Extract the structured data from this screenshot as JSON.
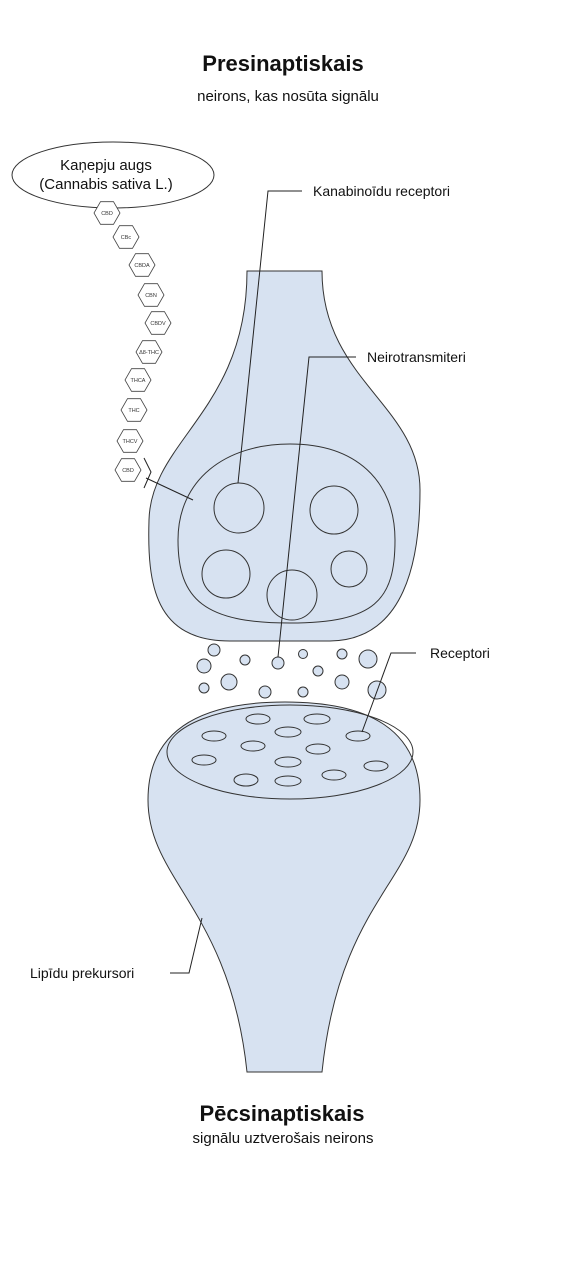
{
  "header": {
    "title": "Presinaptiskais",
    "subtitle": "neirons, kas nosūta signālu"
  },
  "footer": {
    "title": "Pēcsinaptiskais",
    "subtitle": "signālu uztverošais neirons"
  },
  "plant": {
    "line1": "Kaņepju augs",
    "line2": "(Cannabis sativa L.)"
  },
  "cannabinoids": [
    "CBD",
    "CBc",
    "CBDA",
    "CBN",
    "CBDV",
    "Δ8-THC",
    "THCA",
    "THC",
    "THCV",
    "CBD"
  ],
  "labels": {
    "cannabinoid_receptors": "Kanabinoīdu receptori",
    "neurotransmitters": "Neirotransmiteri",
    "receptors": "Receptori",
    "lipid_precursors": "Lipīdu prekursori"
  },
  "colors": {
    "neuron_fill": "#d7e2f1",
    "stroke": "#333333"
  }
}
